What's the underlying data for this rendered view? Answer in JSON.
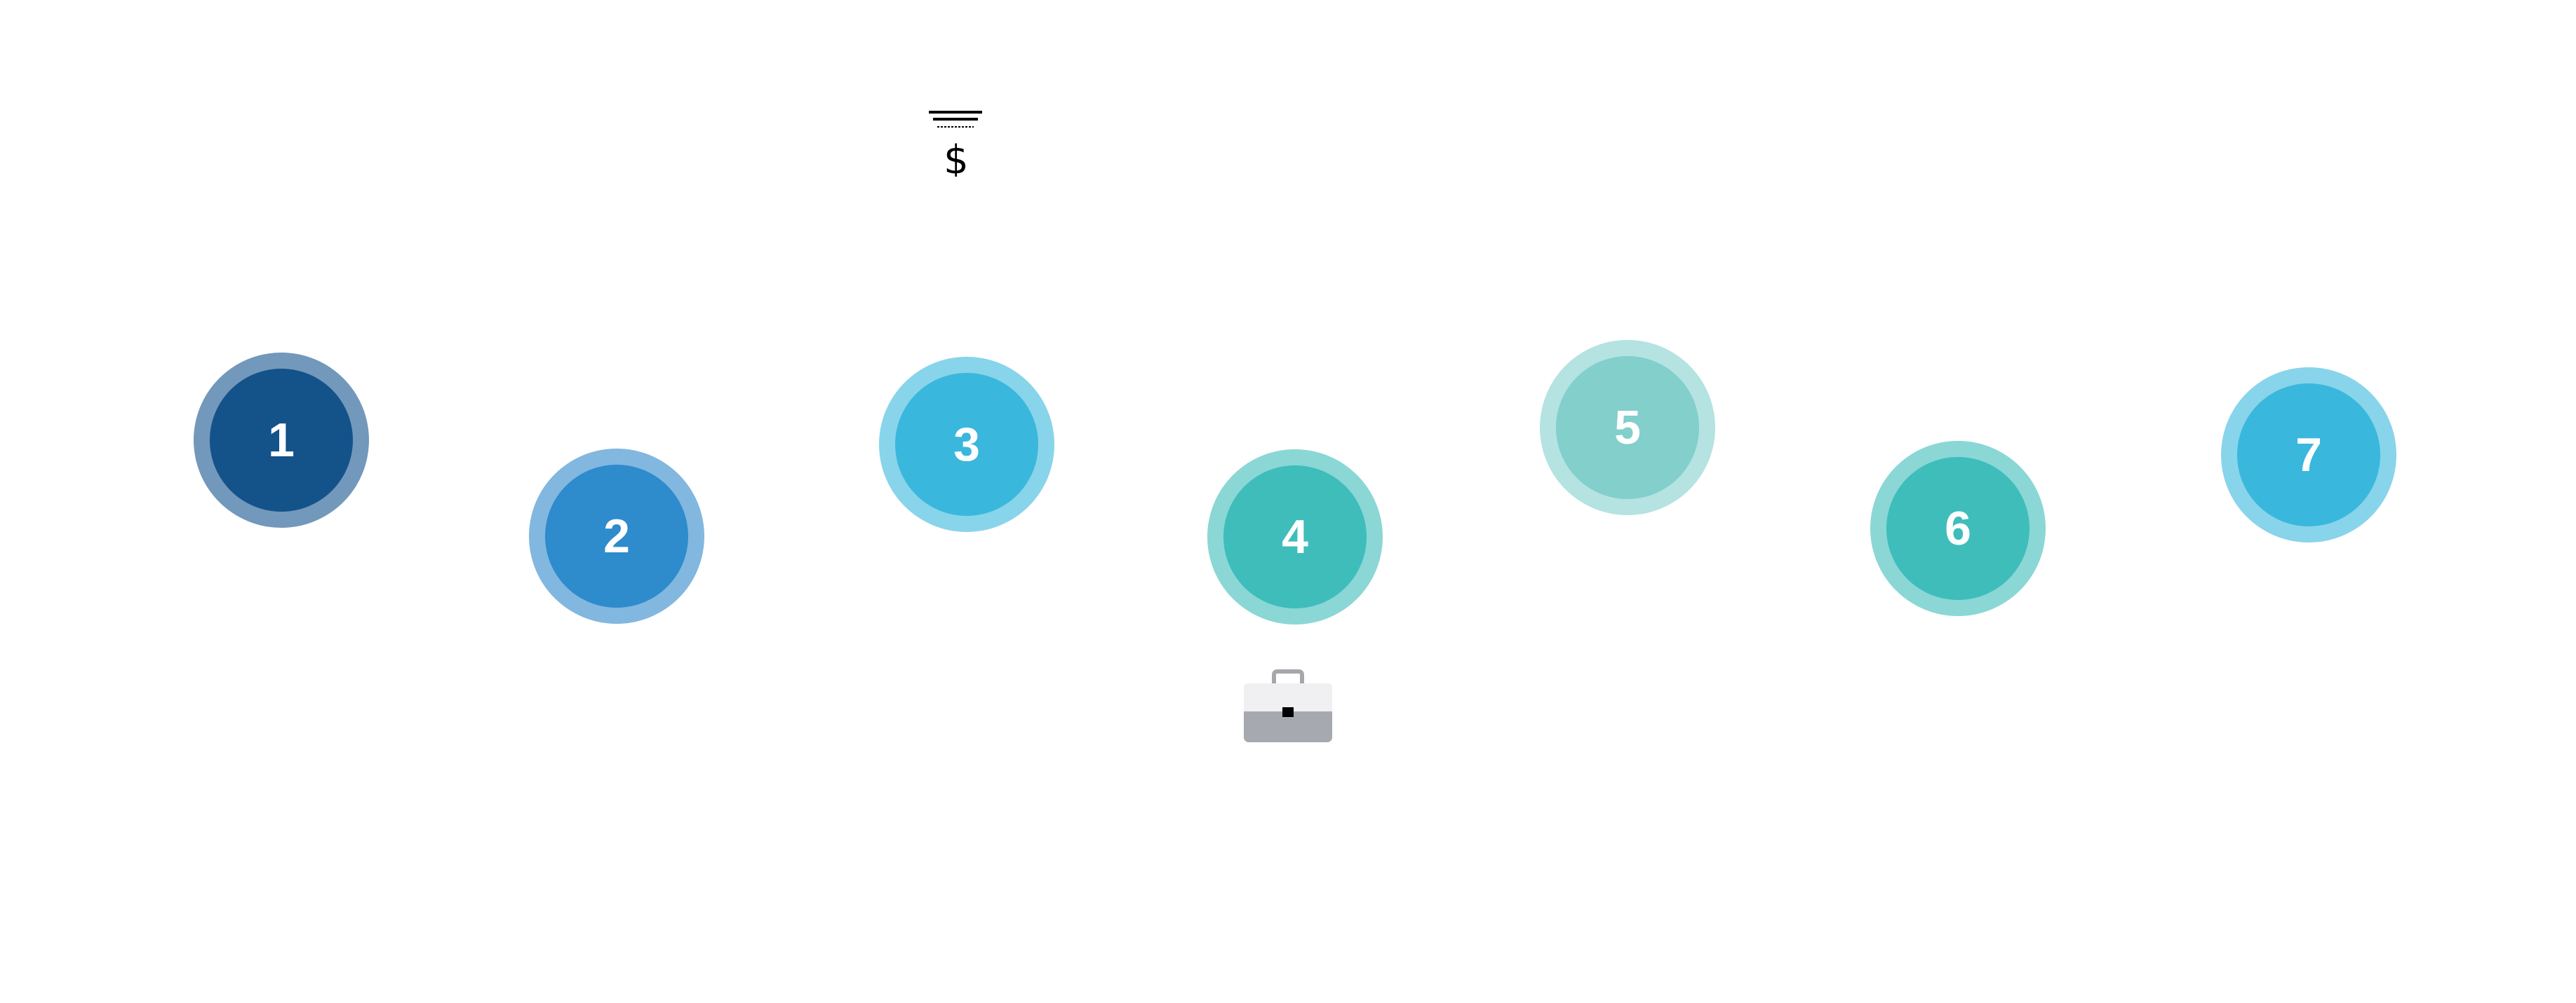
{
  "diagram": {
    "steps": [
      {
        "label": "1",
        "color": "#14528a",
        "ring": "#7298bb"
      },
      {
        "label": "2",
        "color": "#2e8bcc",
        "ring": "#82b7e0"
      },
      {
        "label": "3",
        "color": "#3ab7dc",
        "ring": "#88d4eb"
      },
      {
        "label": "4",
        "color": "#3ebdbb",
        "ring": "#8ad7d6"
      },
      {
        "label": "5",
        "color": "#82cfcc",
        "ring": "#b4e3e1"
      },
      {
        "label": "6",
        "color": "#3ebdbb",
        "ring": "#8ad7d6"
      },
      {
        "label": "7",
        "color": "#3ab7dc",
        "ring": "#88d4eb"
      }
    ],
    "icons": {
      "top": "finance-dollar-icon",
      "bottom": "briefcase-icon"
    }
  }
}
